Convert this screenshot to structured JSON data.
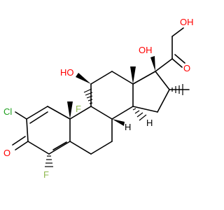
{
  "molecule": {
    "atom_labels": {
      "hydroxymethyl_OH": "OH",
      "c11_OH": "HO",
      "c17_OH": "OH",
      "ketone_O_c20": "O",
      "ketone_O_c3": "O",
      "chloro": "Cl",
      "fluoro_9": "F",
      "fluoro_6": "F",
      "hydrogen_8": "H",
      "hydrogen_14": "H"
    },
    "colors": {
      "oxygen": "#ff0000",
      "chlorine": "#1fa01f",
      "fluorine": "#8fb84f",
      "carbon_bond": "#000000",
      "hydrogen": "#000000"
    }
  }
}
